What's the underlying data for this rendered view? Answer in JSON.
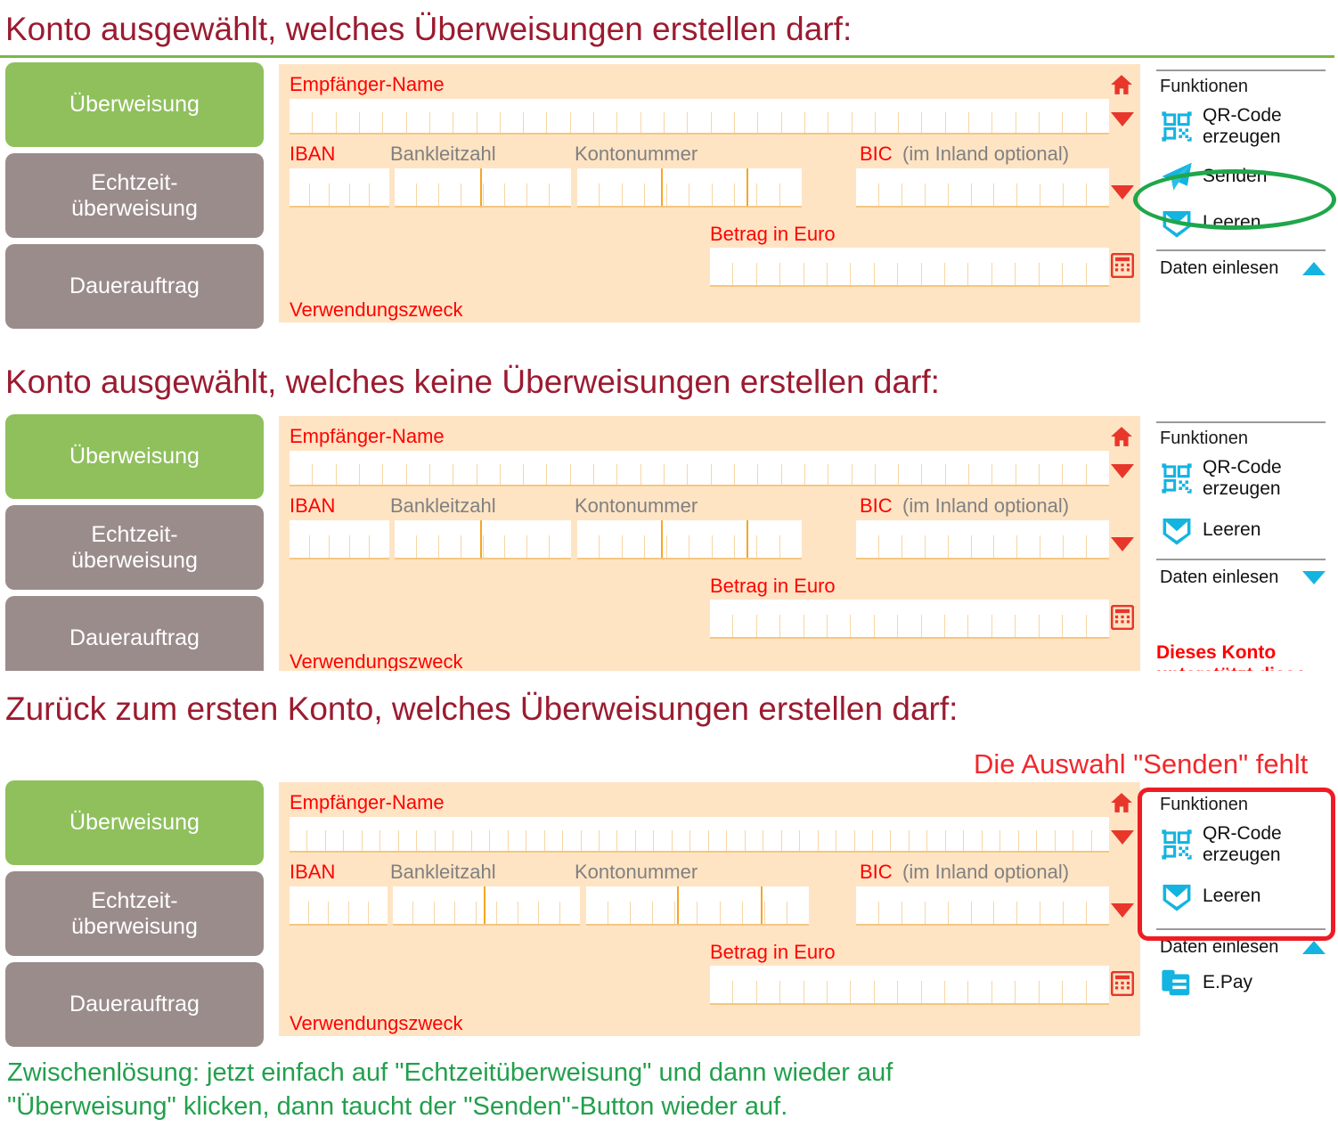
{
  "sections": [
    {
      "heading": "Konto ausgewählt, welches Überweisungen erstellen darf:",
      "tabs": [
        {
          "label": "Überweisung",
          "state": "active"
        },
        {
          "label": "Echtzeit-\nüberweisung",
          "state": "inactive"
        },
        {
          "label": "Dauerauftrag",
          "state": "inactive"
        }
      ],
      "form": {
        "recipient_label": "Empfänger-Name",
        "iban_label": "IBAN",
        "blz_label": "Bankleitzahl",
        "account_label": "Kontonummer",
        "bic_label": "BIC",
        "bic_hint": "(im Inland optional)",
        "amount_label": "Betrag in Euro",
        "purpose_label": "Verwendungszweck"
      },
      "functions": {
        "title": "Funktionen",
        "items": [
          {
            "label": "QR-Code\nerzeugen",
            "icon": "qr-code-icon"
          },
          {
            "label": "Senden",
            "icon": "paper-plane-icon"
          },
          {
            "label": "Leeren",
            "icon": "envelope-icon"
          }
        ],
        "read_data_label": "Daten einlesen",
        "read_data_arrow": "up"
      }
    },
    {
      "heading": "Konto ausgewählt, welches keine Überweisungen erstellen darf:",
      "tabs": [
        {
          "label": "Überweisung",
          "state": "active"
        },
        {
          "label": "Echtzeit-\nüberweisung",
          "state": "inactive"
        },
        {
          "label": "Dauerauftrag",
          "state": "inactive"
        }
      ],
      "form": {
        "recipient_label": "Empfänger-Name",
        "iban_label": "IBAN",
        "blz_label": "Bankleitzahl",
        "account_label": "Kontonummer",
        "bic_label": "BIC",
        "bic_hint": "(im Inland optional)",
        "amount_label": "Betrag in Euro",
        "purpose_label": "Verwendungszweck"
      },
      "functions": {
        "title": "Funktionen",
        "items": [
          {
            "label": "QR-Code\nerzeugen",
            "icon": "qr-code-icon"
          },
          {
            "label": "Leeren",
            "icon": "envelope-icon"
          }
        ],
        "read_data_label": "Daten einlesen",
        "read_data_arrow": "down"
      },
      "warning": "Dieses Konto\nunterstützt diese"
    },
    {
      "heading": "Zurück zum ersten Konto, welches Überweisungen erstellen darf:",
      "tabs": [
        {
          "label": "Überweisung",
          "state": "active"
        },
        {
          "label": "Echtzeit-\nüberweisung",
          "state": "inactive"
        },
        {
          "label": "Dauerauftrag",
          "state": "inactive"
        }
      ],
      "form": {
        "recipient_label": "Empfänger-Name",
        "iban_label": "IBAN",
        "blz_label": "Bankleitzahl",
        "account_label": "Kontonummer",
        "bic_label": "BIC",
        "bic_hint": "(im Inland optional)",
        "amount_label": "Betrag in Euro",
        "purpose_label": "Verwendungszweck"
      },
      "functions": {
        "title": "Funktionen",
        "items": [
          {
            "label": "QR-Code\nerzeugen",
            "icon": "qr-code-icon"
          },
          {
            "label": "Leeren",
            "icon": "envelope-icon"
          }
        ],
        "read_data_label": "Daten einlesen",
        "read_data_arrow": "up",
        "extra": {
          "label": "E.Pay",
          "icon": "epay-icon"
        }
      }
    }
  ],
  "annotations": {
    "missing_senden_note": "Die Auswahl \"Senden\" fehlt",
    "workaround_line1": "Zwischenlösung: jetzt einfach auf \"Echtzeitüberweisung\" und dann wieder auf",
    "workaround_line2": "\"Überweisung\" klicken, dann taucht der \"Senden\"-Button wieder auf."
  },
  "colors": {
    "heading": "#9B1B30",
    "green_accent": "#1FA64A",
    "red_accent": "#EE1C25",
    "tab_active": "#8FC05C",
    "tab_inactive": "#9B8C8C",
    "form_bg": "#FFE4C4",
    "icon_cyan": "#14B4E0",
    "label_red": "#FF0000",
    "label_gray": "#808080"
  }
}
